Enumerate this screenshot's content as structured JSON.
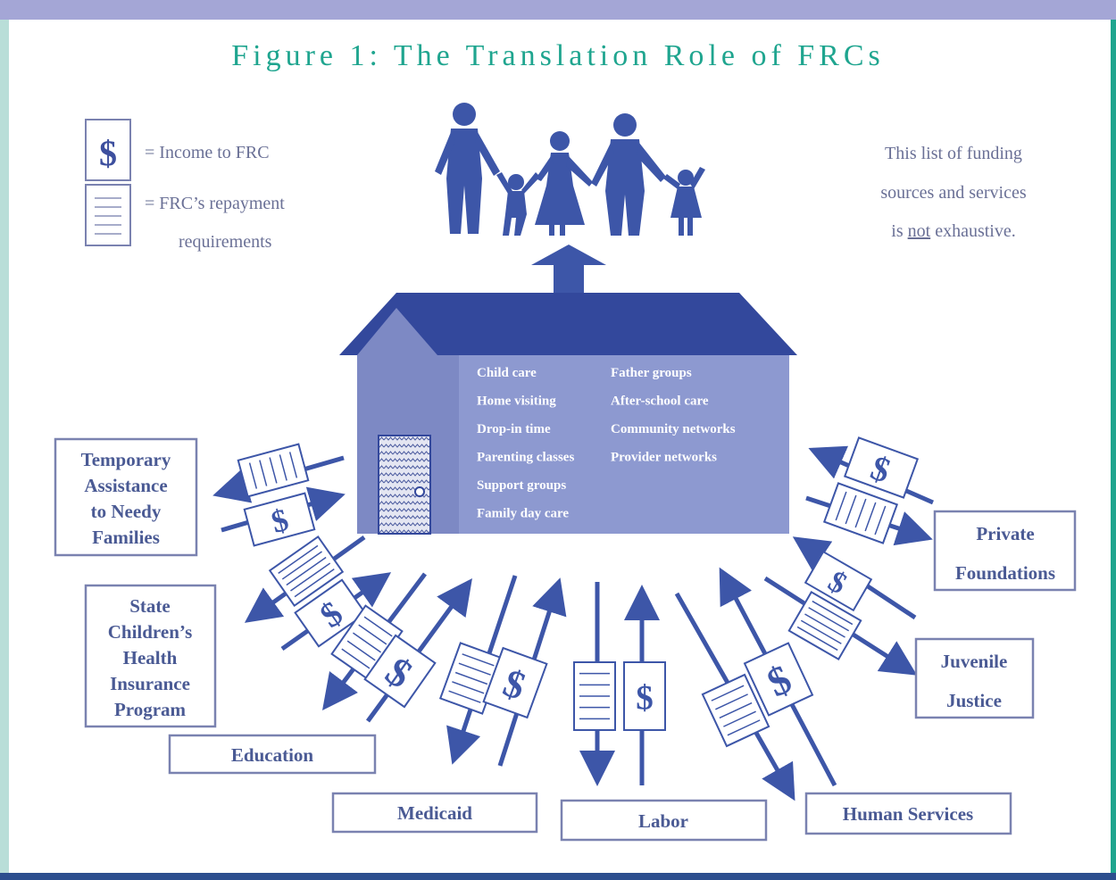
{
  "title": "Figure 1: The Translation Role of FRCs",
  "legend": {
    "income_symbol": "$",
    "income_text": "= Income to FRC",
    "repayment_text_1": "= FRC’s repayment",
    "repayment_text_2": "requirements"
  },
  "note": {
    "line1": "This list of funding",
    "line2": "sources and services",
    "line3_pre": "is ",
    "line3_underlined": "not",
    "line3_post": " exhaustive."
  },
  "services": {
    "col1": [
      "Child care",
      "Home visiting",
      "Drop-in time",
      "Parenting classes",
      "Support groups",
      "Family day care"
    ],
    "col2": [
      "Father groups",
      "After-school care",
      "Community networks",
      "Provider networks"
    ]
  },
  "funders": {
    "tanf": [
      "Temporary",
      "Assistance",
      "to Needy",
      "Families"
    ],
    "schip": [
      "State",
      "Children’s",
      "Health",
      "Insurance",
      "Program"
    ],
    "education": "Education",
    "medicaid": "Medicaid",
    "labor": "Labor",
    "human_services": "Human Services",
    "private_foundations": [
      "Private",
      "Foundations"
    ],
    "juvenile_justice": [
      "Juvenile",
      "Justice"
    ]
  },
  "colors": {
    "title": "#1fa58f",
    "diagram_blue": "#3d56a8",
    "box_text": "#4a5a94"
  }
}
